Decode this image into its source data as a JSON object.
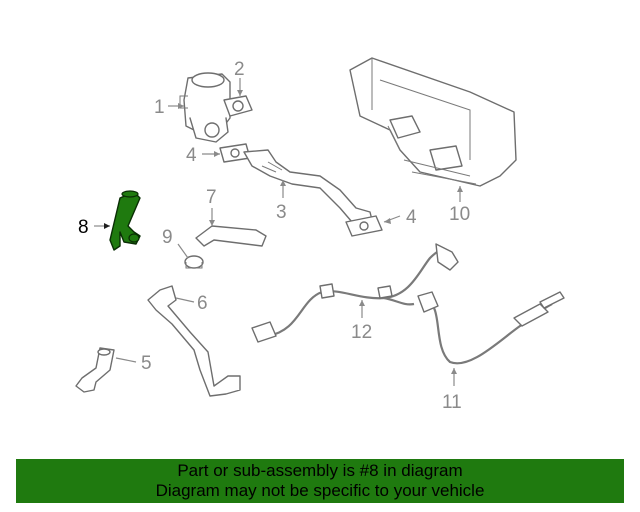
{
  "callouts": {
    "c1": "1",
    "c2": "2",
    "c3": "3",
    "c4a": "4",
    "c4b": "4",
    "c5": "5",
    "c6": "6",
    "c7": "7",
    "c8": "8",
    "c9": "9",
    "c10": "10",
    "c11": "11",
    "c12": "12"
  },
  "highlight": {
    "part": "8",
    "color": "#1f7a0f"
  },
  "footer": {
    "line1": "Part or sub-assembly is #8 in diagram",
    "line2": "Diagram may not be specific to your vehicle",
    "background": "#1f7a0f"
  }
}
